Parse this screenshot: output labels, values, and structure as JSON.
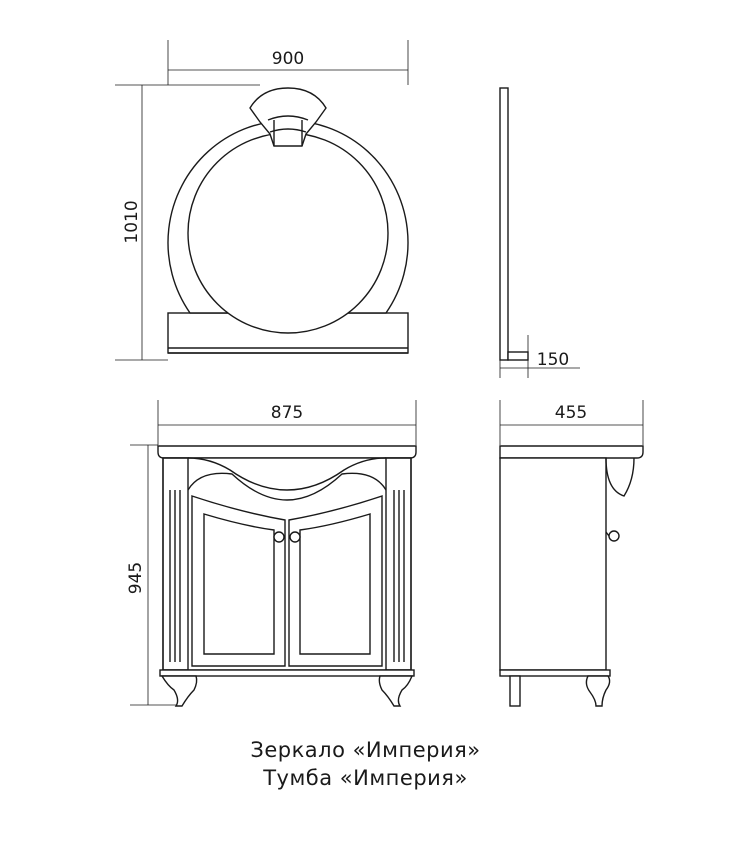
{
  "dimensions": {
    "mirror_width": "900",
    "mirror_height": "1010",
    "mirror_depth": "150",
    "cabinet_width": "875",
    "cabinet_depth": "455",
    "cabinet_height": "945"
  },
  "caption": {
    "line1": "Зеркало «Империя»",
    "line2": "Тумба «Империя»"
  },
  "colors": {
    "line": "#1a1a1a",
    "background": "#ffffff"
  }
}
